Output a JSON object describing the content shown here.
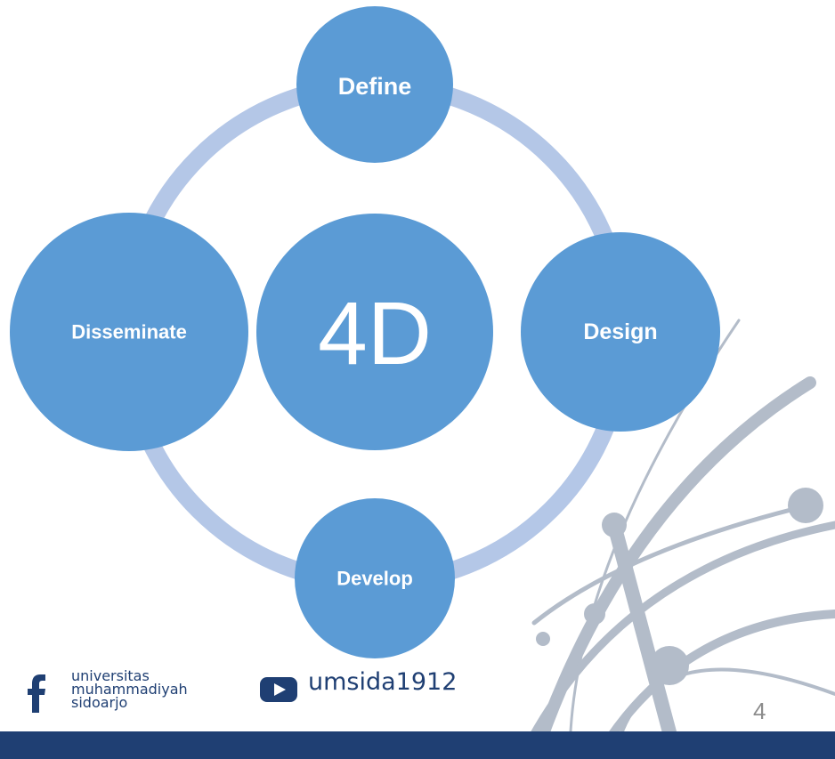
{
  "diagram": {
    "center": "4D",
    "nodes": [
      {
        "id": "define",
        "label": "Define"
      },
      {
        "id": "design",
        "label": "Design"
      },
      {
        "id": "develop",
        "label": "Develop"
      },
      {
        "id": "disseminate",
        "label": "Disseminate"
      }
    ]
  },
  "footer": {
    "university": "universitas\nmuhammadiyah\nsidoarjo",
    "youtube_handle": "umsida1912",
    "icons": {
      "facebook": "facebook-icon",
      "youtube": "youtube-icon"
    }
  },
  "page_number": "4",
  "colors": {
    "node_fill": "#5b9bd5",
    "ring": "#b4c7e7",
    "footer_bar": "#1f3f73",
    "decoration": "#b3bcc9"
  }
}
